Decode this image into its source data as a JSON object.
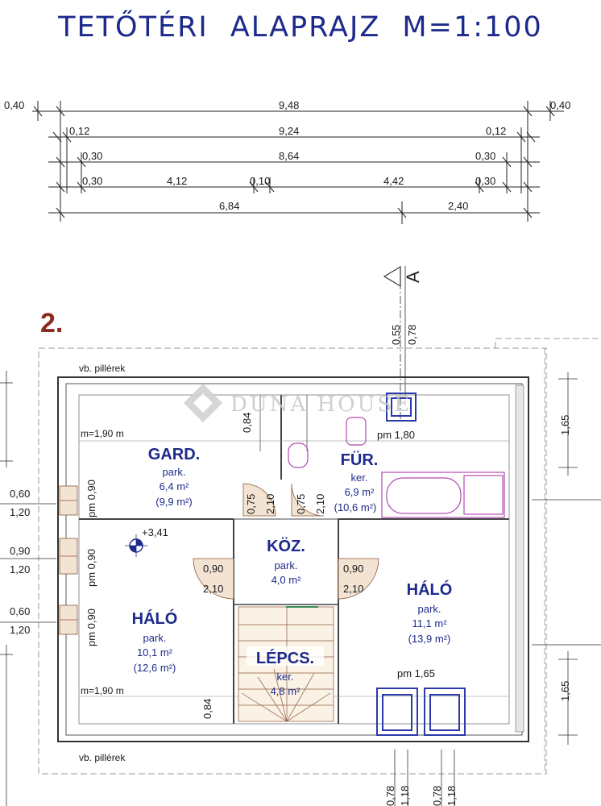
{
  "title": "TETŐTÉRI  ALAPRAJZ   M=1:100",
  "sheet_number": "2.",
  "section_marker": "A",
  "watermark": "DUNA HOUSE",
  "dimension_rows": {
    "row1": [
      "0,40",
      "9,48",
      "0,40"
    ],
    "row2": [
      "0,12",
      "9,24",
      "0,12"
    ],
    "row3": [
      "0,30",
      "8,64",
      "0,30"
    ],
    "row4": [
      "0,30",
      "4,12",
      "0,10",
      "4,42",
      "0,30"
    ],
    "row5": [
      "6,84",
      "2,40"
    ]
  },
  "rooms": {
    "gard": {
      "name": "GARD.",
      "floor": "park.",
      "area": "6,4 m²",
      "gross": "(9,9 m²)"
    },
    "fur": {
      "name": "FÜR.",
      "floor": "ker.",
      "area": "6,9 m²",
      "gross": "(10,6 m²)"
    },
    "koz": {
      "name": "KÖZ.",
      "floor": "park.",
      "area": "4,0 m²"
    },
    "halo_left": {
      "name": "HÁLÓ",
      "floor": "park.",
      "area": "10,1 m²",
      "gross": "(12,6 m²)"
    },
    "halo_right": {
      "name": "HÁLÓ",
      "floor": "park.",
      "area": "11,1 m²",
      "gross": "(13,9 m²)"
    },
    "lepcs": {
      "name": "LÉPCS.",
      "floor": "ker.",
      "area": "4,8 m²"
    }
  },
  "notes": {
    "pillars_top": "vb. pillérek",
    "pillars_bottom": "vb. pillérek",
    "m190_top": "m=1,90 m",
    "m190_bottom": "m=1,90 m",
    "pm180": "pm 1,80",
    "pm165": "pm 1,65",
    "level": "+3,41"
  },
  "openings": {
    "top_055": "0,55",
    "top_078": "0,78",
    "gard_084": "0,84",
    "bottom_084": "0,84",
    "door_a_075": "0,75",
    "door_a_210": "2,10",
    "door_b_075": "0,75",
    "door_b_210": "2,10",
    "door_l_090": "0,90",
    "door_l_210": "2,10",
    "door_r_090": "0,90",
    "door_r_210": "2,10",
    "w1_060": "0,60",
    "w1_120": "1,20",
    "w2_090": "0,90",
    "w2_120": "1,20",
    "w3_060": "0,60",
    "w3_120": "1,20",
    "pm090_a": "pm 0,90",
    "pm090_b": "pm 0,90",
    "pm090_c": "pm 0,90",
    "right_165_top": "1,65",
    "right_165_bottom": "1,65",
    "bottom_078_a": "0,78",
    "bottom_118_a": "1,18",
    "bottom_078_b": "0,78",
    "bottom_118_b": "1,18"
  },
  "colors": {
    "title_blue": "#1d2a8c",
    "sheet_red": "#8b2a1e",
    "fixture_magenta": "#b04bb0",
    "window_blue": "#2b3aa6"
  }
}
